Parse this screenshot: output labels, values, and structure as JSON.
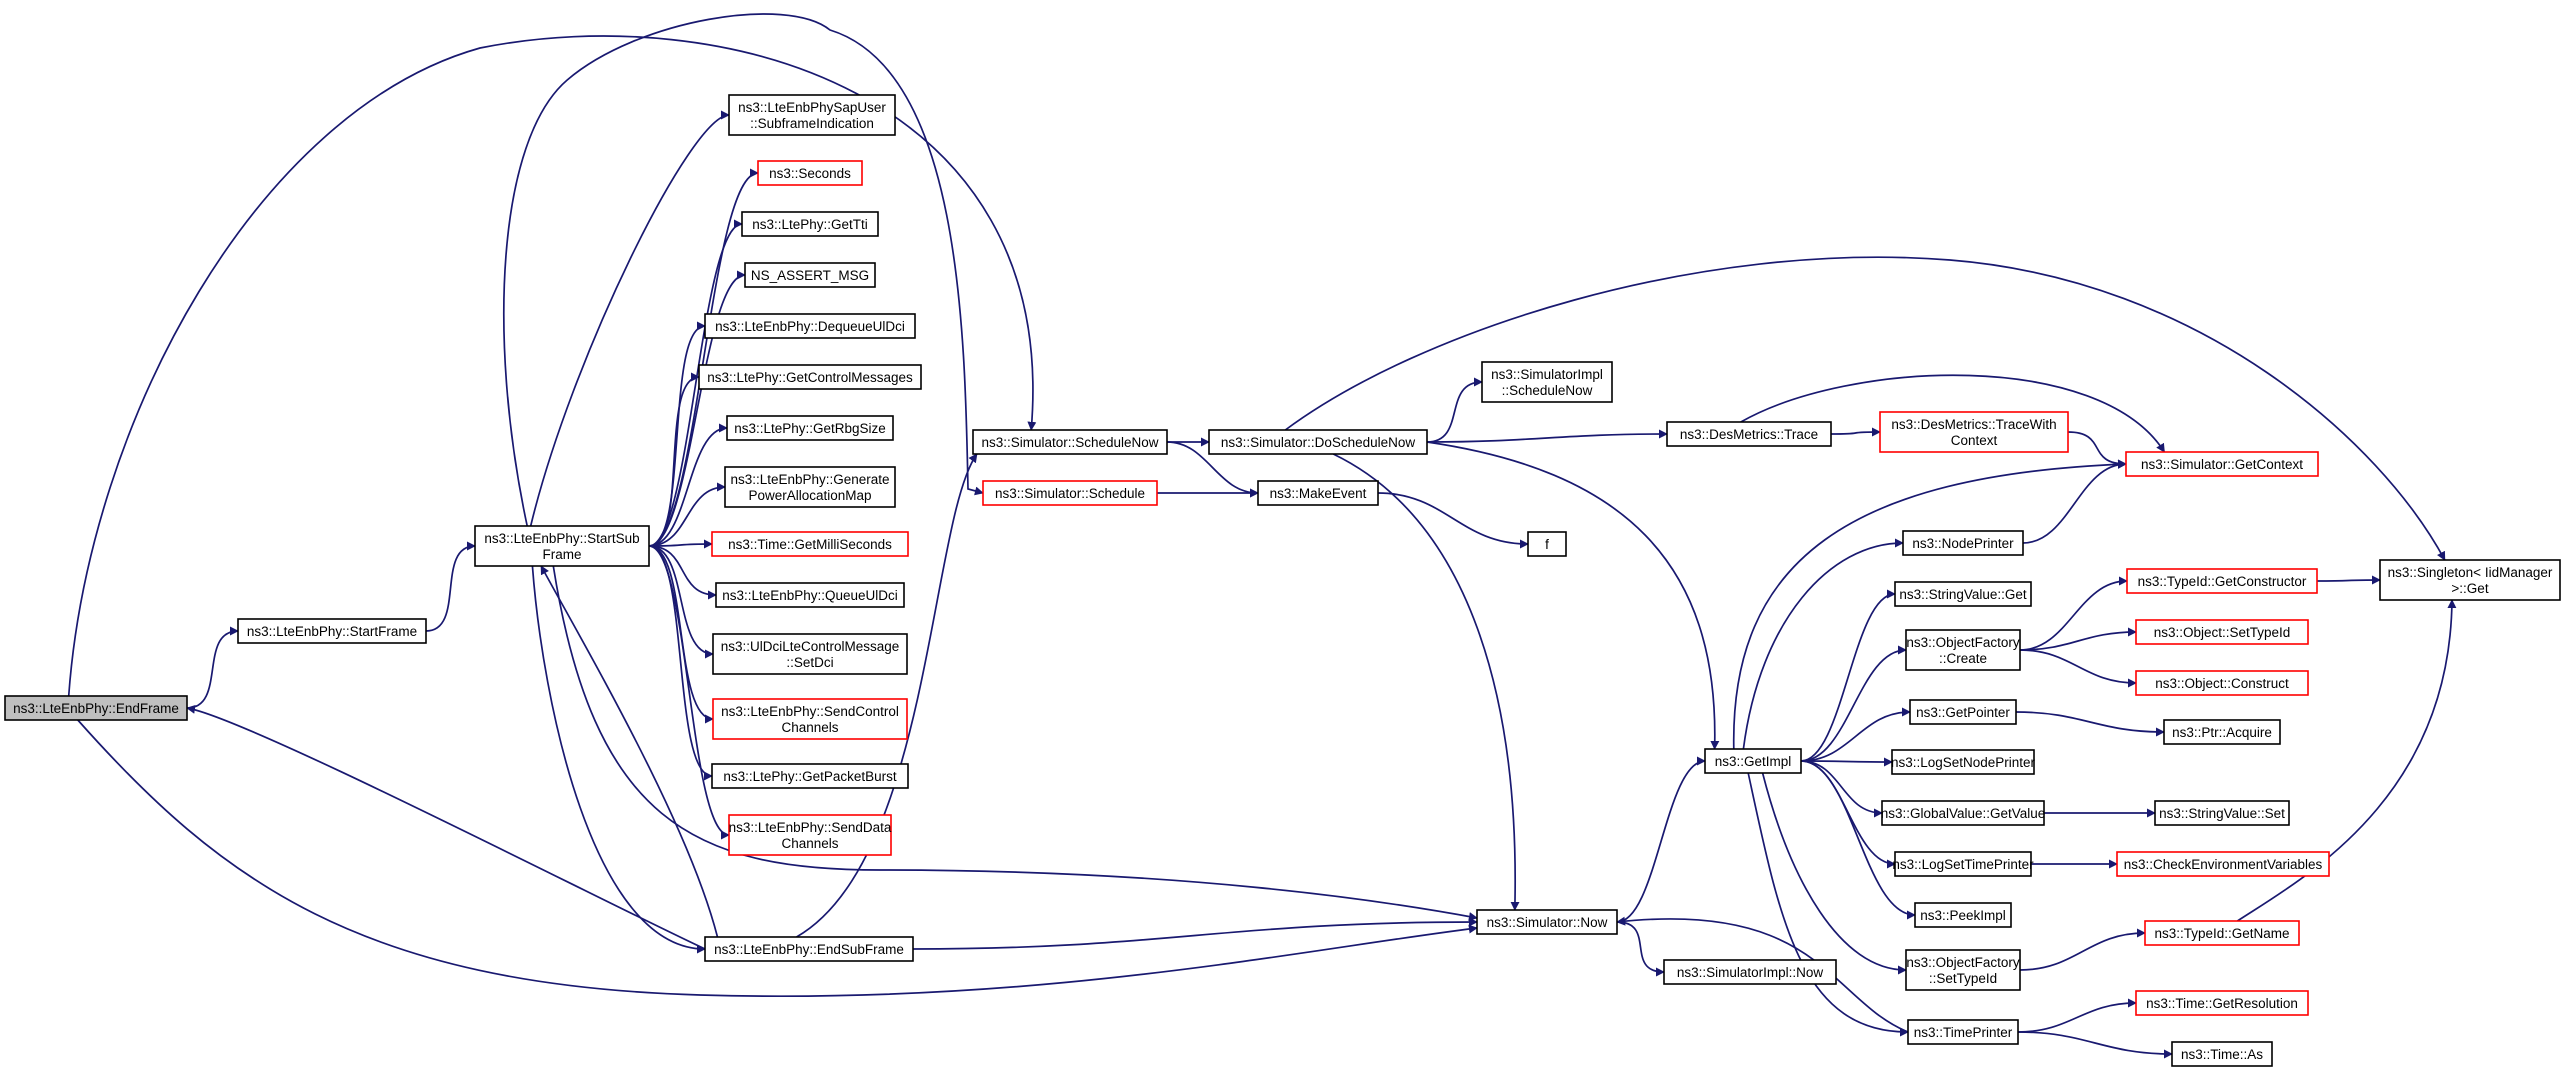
{
  "colors": {
    "edge": "#191970",
    "node_border": "#000000",
    "node_border_truncated": "#ff0000",
    "node_fill": "#ffffff",
    "root_fill": "#bfbfbf"
  },
  "nodes": [
    {
      "id": "EndFrame",
      "lines": [
        "ns3::LteEnbPhy::EndFrame"
      ],
      "style": "root"
    },
    {
      "id": "StartFrame",
      "lines": [
        "ns3::LteEnbPhy::StartFrame"
      ],
      "style": "normal"
    },
    {
      "id": "StartSubFrame",
      "lines": [
        "ns3::LteEnbPhy::StartSub",
        "Frame"
      ],
      "style": "normal"
    },
    {
      "id": "EndSubFrame",
      "lines": [
        "ns3::LteEnbPhy::EndSubFrame"
      ],
      "style": "normal"
    },
    {
      "id": "SubframeIndication",
      "lines": [
        "ns3::LteEnbPhySapUser",
        "::SubframeIndication"
      ],
      "style": "normal"
    },
    {
      "id": "Seconds",
      "lines": [
        "ns3::Seconds"
      ],
      "style": "truncated"
    },
    {
      "id": "GetTti",
      "lines": [
        "ns3::LtePhy::GetTti"
      ],
      "style": "normal"
    },
    {
      "id": "NS_ASSERT_MSG",
      "lines": [
        "NS_ASSERT_MSG"
      ],
      "style": "normal"
    },
    {
      "id": "DequeueUlDci",
      "lines": [
        "ns3::LteEnbPhy::DequeueUlDci"
      ],
      "style": "normal"
    },
    {
      "id": "GetControlMessages",
      "lines": [
        "ns3::LtePhy::GetControlMessages"
      ],
      "style": "normal"
    },
    {
      "id": "GetRbgSize",
      "lines": [
        "ns3::LtePhy::GetRbgSize"
      ],
      "style": "normal"
    },
    {
      "id": "GeneratePowerAllocationMap",
      "lines": [
        "ns3::LteEnbPhy::Generate",
        "PowerAllocationMap"
      ],
      "style": "normal"
    },
    {
      "id": "GetMilliSeconds",
      "lines": [
        "ns3::Time::GetMilliSeconds"
      ],
      "style": "truncated"
    },
    {
      "id": "QueueUlDci",
      "lines": [
        "ns3::LteEnbPhy::QueueUlDci"
      ],
      "style": "normal"
    },
    {
      "id": "SetDci",
      "lines": [
        "ns3::UlDciLteControlMessage",
        "::SetDci"
      ],
      "style": "normal"
    },
    {
      "id": "SendControlChannels",
      "lines": [
        "ns3::LteEnbPhy::SendControl",
        "Channels"
      ],
      "style": "truncated"
    },
    {
      "id": "GetPacketBurst",
      "lines": [
        "ns3::LtePhy::GetPacketBurst"
      ],
      "style": "normal"
    },
    {
      "id": "SendDataChannels",
      "lines": [
        "ns3::LteEnbPhy::SendData",
        "Channels"
      ],
      "style": "truncated"
    },
    {
      "id": "ScheduleNow",
      "lines": [
        "ns3::Simulator::ScheduleNow"
      ],
      "style": "normal"
    },
    {
      "id": "Schedule",
      "lines": [
        "ns3::Simulator::Schedule"
      ],
      "style": "truncated"
    },
    {
      "id": "DoScheduleNow",
      "lines": [
        "ns3::Simulator::DoScheduleNow"
      ],
      "style": "normal"
    },
    {
      "id": "MakeEvent",
      "lines": [
        "ns3::MakeEvent"
      ],
      "style": "normal"
    },
    {
      "id": "f",
      "lines": [
        "f"
      ],
      "style": "normal"
    },
    {
      "id": "SimImplScheduleNow",
      "lines": [
        "ns3::SimulatorImpl",
        "::ScheduleNow"
      ],
      "style": "normal"
    },
    {
      "id": "SimNow",
      "lines": [
        "ns3::Simulator::Now"
      ],
      "style": "normal"
    },
    {
      "id": "SimImplNow",
      "lines": [
        "ns3::SimulatorImpl::Now"
      ],
      "style": "normal"
    },
    {
      "id": "Trace",
      "lines": [
        "ns3::DesMetrics::Trace"
      ],
      "style": "normal"
    },
    {
      "id": "TraceWithContext",
      "lines": [
        "ns3::DesMetrics::TraceWith",
        "Context"
      ],
      "style": "truncated"
    },
    {
      "id": "GetContext",
      "lines": [
        "ns3::Simulator::GetContext"
      ],
      "style": "truncated"
    },
    {
      "id": "GetImpl",
      "lines": [
        "ns3::GetImpl"
      ],
      "style": "normal"
    },
    {
      "id": "NodePrinter",
      "lines": [
        "ns3::NodePrinter"
      ],
      "style": "normal"
    },
    {
      "id": "StringValueGet",
      "lines": [
        "ns3::StringValue::Get"
      ],
      "style": "normal"
    },
    {
      "id": "ObjectFactoryCreate",
      "lines": [
        "ns3::ObjectFactory",
        "::Create"
      ],
      "style": "normal"
    },
    {
      "id": "GetPointer",
      "lines": [
        "ns3::GetPointer"
      ],
      "style": "normal"
    },
    {
      "id": "LogSetNodePrinter",
      "lines": [
        "ns3::LogSetNodePrinter"
      ],
      "style": "normal"
    },
    {
      "id": "GlobalValueGetValue",
      "lines": [
        "ns3::GlobalValue::GetValue"
      ],
      "style": "normal"
    },
    {
      "id": "LogSetTimePrinter",
      "lines": [
        "ns3::LogSetTimePrinter"
      ],
      "style": "normal"
    },
    {
      "id": "PeekImpl",
      "lines": [
        "ns3::PeekImpl"
      ],
      "style": "normal"
    },
    {
      "id": "ObjectFactorySetTypeId",
      "lines": [
        "ns3::ObjectFactory",
        "::SetTypeId"
      ],
      "style": "normal"
    },
    {
      "id": "TimePrinter",
      "lines": [
        "ns3::TimePrinter"
      ],
      "style": "normal"
    },
    {
      "id": "GetConstructor",
      "lines": [
        "ns3::TypeId::GetConstructor"
      ],
      "style": "truncated"
    },
    {
      "id": "ObjectSetTypeId",
      "lines": [
        "ns3::Object::SetTypeId"
      ],
      "style": "truncated"
    },
    {
      "id": "ObjectConstruct",
      "lines": [
        "ns3::Object::Construct"
      ],
      "style": "truncated"
    },
    {
      "id": "PtrAcquire",
      "lines": [
        "ns3::Ptr::Acquire"
      ],
      "style": "normal"
    },
    {
      "id": "StringValueSet",
      "lines": [
        "ns3::StringValue::Set"
      ],
      "style": "normal"
    },
    {
      "id": "CheckEnvironmentVariables",
      "lines": [
        "ns3::CheckEnvironmentVariables"
      ],
      "style": "truncated"
    },
    {
      "id": "TypeIdGetName",
      "lines": [
        "ns3::TypeId::GetName"
      ],
      "style": "truncated"
    },
    {
      "id": "GetResolution",
      "lines": [
        "ns3::Time::GetResolution"
      ],
      "style": "truncated"
    },
    {
      "id": "TimeAs",
      "lines": [
        "ns3::Time::As"
      ],
      "style": "normal"
    },
    {
      "id": "SingletonGet",
      "lines": [
        "ns3::Singleton< IidManager",
        ">::Get"
      ],
      "style": "normal"
    }
  ],
  "edges": [
    [
      "EndFrame",
      "StartFrame"
    ],
    [
      "EndFrame",
      "ScheduleNow"
    ],
    [
      "EndFrame",
      "SimNow"
    ],
    [
      "StartFrame",
      "StartSubFrame"
    ],
    [
      "StartSubFrame",
      "SubframeIndication"
    ],
    [
      "StartSubFrame",
      "Seconds"
    ],
    [
      "StartSubFrame",
      "GetTti"
    ],
    [
      "StartSubFrame",
      "NS_ASSERT_MSG"
    ],
    [
      "StartSubFrame",
      "DequeueUlDci"
    ],
    [
      "StartSubFrame",
      "GetControlMessages"
    ],
    [
      "StartSubFrame",
      "GetRbgSize"
    ],
    [
      "StartSubFrame",
      "GeneratePowerAllocationMap"
    ],
    [
      "StartSubFrame",
      "GetMilliSeconds"
    ],
    [
      "StartSubFrame",
      "QueueUlDci"
    ],
    [
      "StartSubFrame",
      "SetDci"
    ],
    [
      "StartSubFrame",
      "SendControlChannels"
    ],
    [
      "StartSubFrame",
      "GetPacketBurst"
    ],
    [
      "StartSubFrame",
      "SendDataChannels"
    ],
    [
      "StartSubFrame",
      "EndSubFrame"
    ],
    [
      "StartSubFrame",
      "Schedule"
    ],
    [
      "StartSubFrame",
      "SimNow"
    ],
    [
      "EndSubFrame",
      "EndFrame"
    ],
    [
      "EndSubFrame",
      "StartSubFrame"
    ],
    [
      "EndSubFrame",
      "ScheduleNow"
    ],
    [
      "EndSubFrame",
      "SimNow"
    ],
    [
      "ScheduleNow",
      "DoScheduleNow"
    ],
    [
      "ScheduleNow",
      "MakeEvent"
    ],
    [
      "Schedule",
      "MakeEvent"
    ],
    [
      "MakeEvent",
      "f"
    ],
    [
      "DoScheduleNow",
      "SimImplScheduleNow"
    ],
    [
      "DoScheduleNow",
      "Trace"
    ],
    [
      "DoScheduleNow",
      "GetImpl"
    ],
    [
      "DoScheduleNow",
      "SimNow"
    ],
    [
      "DoScheduleNow",
      "SingletonGet"
    ],
    [
      "Trace",
      "TraceWithContext"
    ],
    [
      "Trace",
      "GetContext"
    ],
    [
      "TraceWithContext",
      "GetContext"
    ],
    [
      "SimNow",
      "GetImpl"
    ],
    [
      "SimNow",
      "SimImplNow"
    ],
    [
      "GetImpl",
      "GetContext"
    ],
    [
      "GetImpl",
      "NodePrinter"
    ],
    [
      "GetImpl",
      "StringValueGet"
    ],
    [
      "GetImpl",
      "ObjectFactoryCreate"
    ],
    [
      "GetImpl",
      "GetPointer"
    ],
    [
      "GetImpl",
      "LogSetNodePrinter"
    ],
    [
      "GetImpl",
      "GlobalValueGetValue"
    ],
    [
      "GetImpl",
      "LogSetTimePrinter"
    ],
    [
      "GetImpl",
      "PeekImpl"
    ],
    [
      "GetImpl",
      "ObjectFactorySetTypeId"
    ],
    [
      "GetImpl",
      "TimePrinter"
    ],
    [
      "NodePrinter",
      "GetContext"
    ],
    [
      "ObjectFactoryCreate",
      "GetConstructor"
    ],
    [
      "ObjectFactoryCreate",
      "ObjectSetTypeId"
    ],
    [
      "ObjectFactoryCreate",
      "ObjectConstruct"
    ],
    [
      "GetConstructor",
      "SingletonGet"
    ],
    [
      "GetPointer",
      "PtrAcquire"
    ],
    [
      "GlobalValueGetValue",
      "StringValueSet"
    ],
    [
      "LogSetTimePrinter",
      "CheckEnvironmentVariables"
    ],
    [
      "ObjectFactorySetTypeId",
      "TypeIdGetName"
    ],
    [
      "TypeIdGetName",
      "SingletonGet"
    ],
    [
      "TimePrinter",
      "SimNow"
    ],
    [
      "TimePrinter",
      "GetResolution"
    ],
    [
      "TimePrinter",
      "TimeAs"
    ]
  ]
}
